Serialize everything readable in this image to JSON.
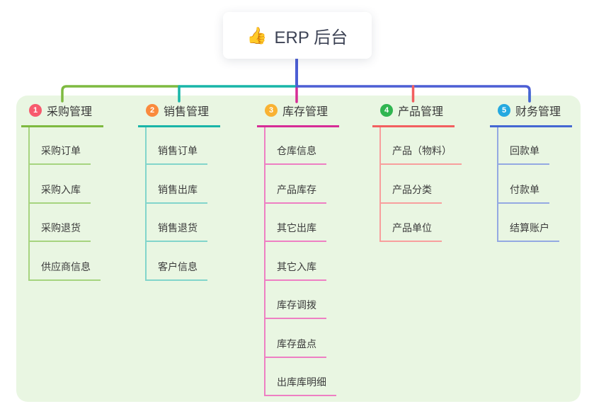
{
  "root": {
    "icon_char": "👍",
    "label": "ERP 后台"
  },
  "colors": {
    "panel_bg": "#e9f6e2",
    "root_line": "#4c5ed4"
  },
  "branches": [
    {
      "number": "1",
      "label": "采购管理",
      "badge_color": "#f75a6d",
      "line_color": "#7eba40",
      "child_line_color": "#a6d47f",
      "children": [
        "采购订单",
        "采购入库",
        "采购退货",
        "供应商信息"
      ]
    },
    {
      "number": "2",
      "label": "销售管理",
      "badge_color": "#fa8a3d",
      "line_color": "#19b5a8",
      "child_line_color": "#82d5cb",
      "children": [
        "销售订单",
        "销售出库",
        "销售退货",
        "客户信息"
      ]
    },
    {
      "number": "3",
      "label": "库存管理",
      "badge_color": "#f9b233",
      "line_color": "#d62d96",
      "child_line_color": "#ee7fc3",
      "children": [
        "仓库信息",
        "产品库存",
        "其它出库",
        "其它入库",
        "库存调拨",
        "库存盘点",
        "出库库明细"
      ]
    },
    {
      "number": "4",
      "label": "产品管理",
      "badge_color": "#30b550",
      "line_color": "#f25f5f",
      "child_line_color": "#f89f9d",
      "children": [
        "产品（物料）",
        "产品分类",
        "产品单位"
      ]
    },
    {
      "number": "5",
      "label": "财务管理",
      "badge_color": "#25a9e0",
      "line_color": "#4467d2",
      "child_line_color": "#94a9e2",
      "children": [
        "回款单",
        "付款单",
        "结算账户"
      ]
    }
  ]
}
